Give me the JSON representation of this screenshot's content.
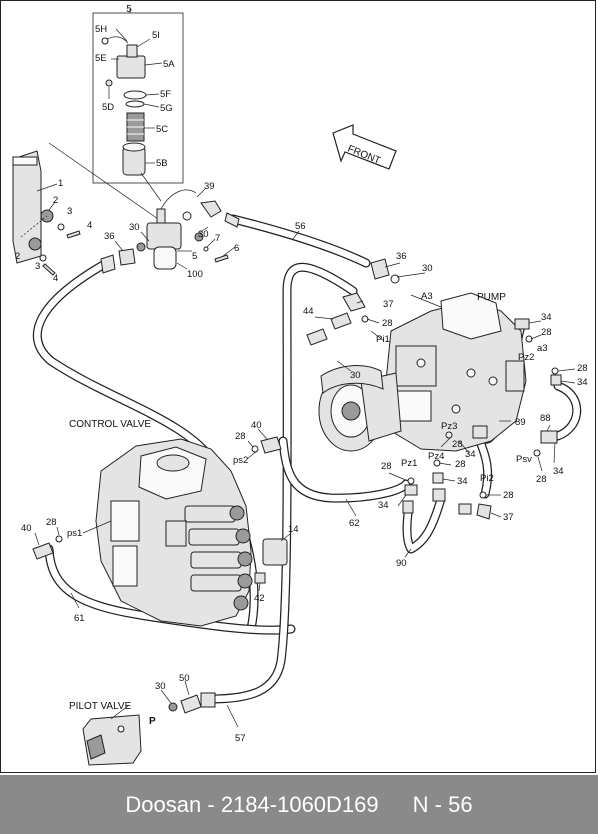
{
  "footer": {
    "brand": "Doosan",
    "separator": " - ",
    "part_number": "2184-1060D169",
    "page_ref": "N - 56"
  },
  "labels": {
    "front": "FRONT",
    "pump": "PUMP",
    "control_valve": "CONTROL VALVE",
    "pilot_valve": "PILOT VALVE",
    "port_p": "P",
    "port_ps1": "ps1",
    "port_ps2": "ps2",
    "port_pi1": "Pi1",
    "port_pi2": "Pi2",
    "port_pz1": "Pz1",
    "port_pz2": "Pz2",
    "port_pz3": "Pz3",
    "port_pz4": "Pz4",
    "port_psv": "Psv",
    "port_a3_upper": "A3",
    "port_a3_lower": "a3"
  },
  "callouts": {
    "n5": "5",
    "n5h": "5H",
    "n5i": "5I",
    "n5e": "5E",
    "n5a": "5A",
    "n5d": "5D",
    "n5f": "5F",
    "n5g": "5G",
    "n5c": "5C",
    "n5b": "5B",
    "n1": "1",
    "n2a": "2",
    "n2b": "2",
    "n3a": "3",
    "n3b": "3",
    "n4a": "4",
    "n4b": "4",
    "n39": "39",
    "n30a": "30",
    "n30b": "30",
    "n36a": "36",
    "n7": "7",
    "n6": "6",
    "n5_valve": "5",
    "n100": "100",
    "n56": "56",
    "n36b": "36",
    "n30c": "30",
    "n37a": "37",
    "n28a": "28",
    "n44": "44",
    "n30d": "30",
    "n34a": "34",
    "n28b": "28",
    "n28c": "28",
    "n34b": "34",
    "n88": "88",
    "n89": "89",
    "n28d": "28",
    "n34c": "34",
    "n28e": "28",
    "n34d": "34",
    "n28f": "28",
    "n34e": "34",
    "n34f": "34",
    "n28g": "28",
    "n37b": "37",
    "n28h": "28",
    "n90": "90",
    "n62": "62",
    "n40a": "40",
    "n28i": "28",
    "n14": "14",
    "n42": "42",
    "n40b": "40",
    "n28j": "28",
    "n61": "61",
    "n30e": "30",
    "n50": "50",
    "n57": "57"
  }
}
